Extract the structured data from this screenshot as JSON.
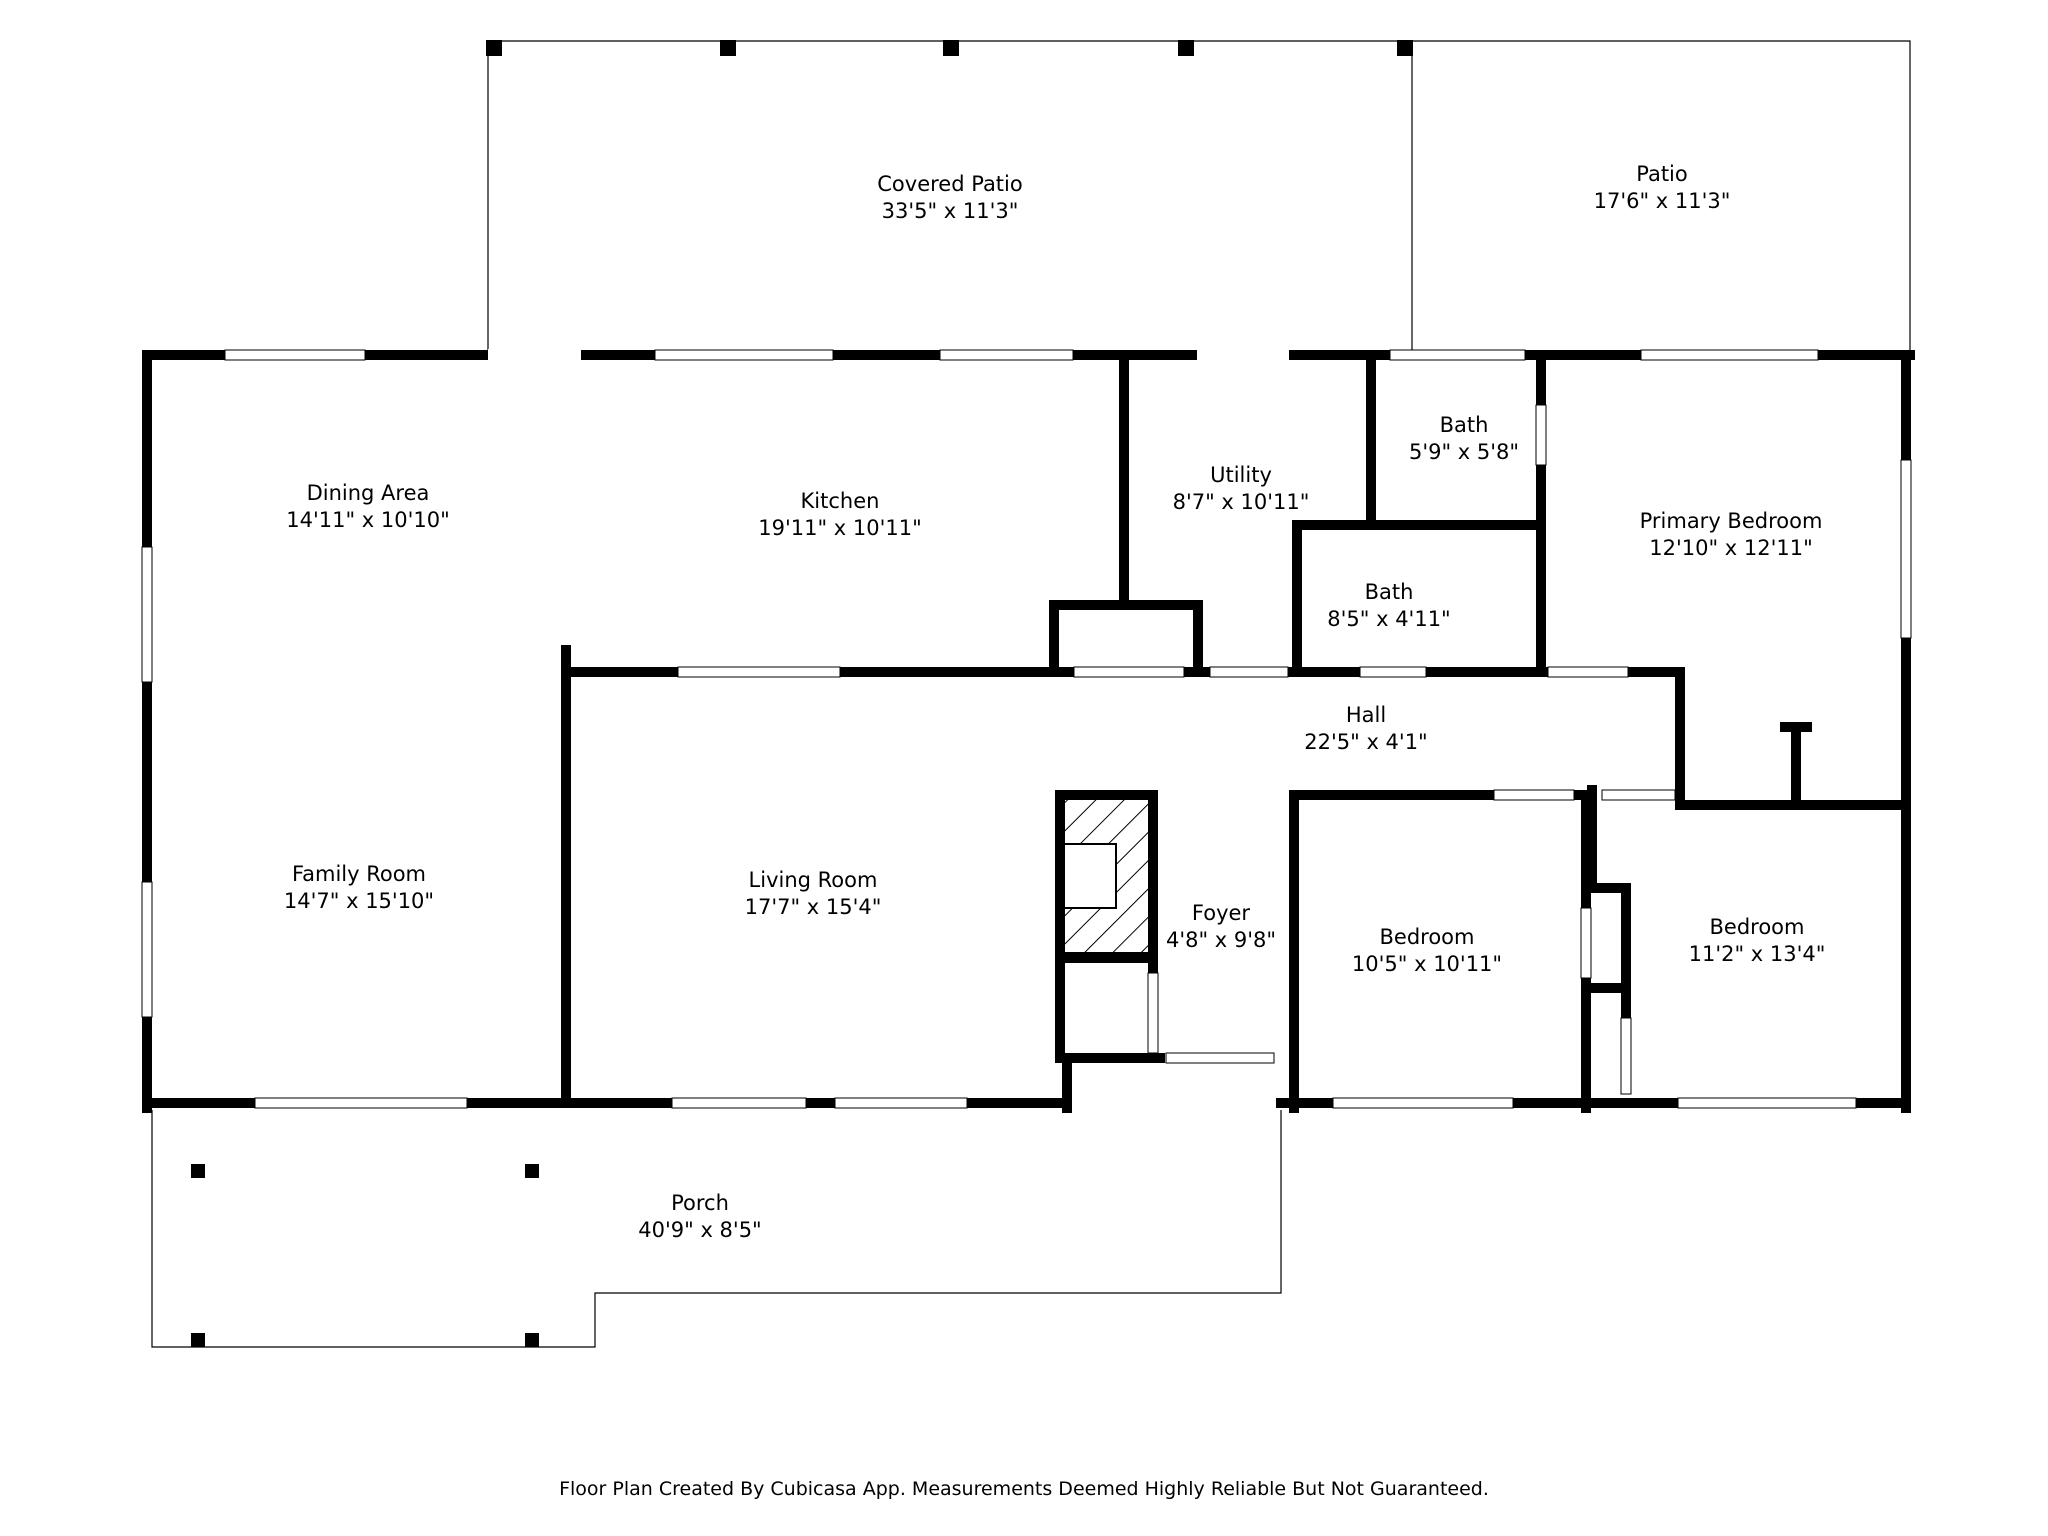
{
  "rooms": {
    "covered_patio": {
      "name": "Covered Patio",
      "dims": "33'5\" x 11'3\""
    },
    "patio": {
      "name": "Patio",
      "dims": "17'6\" x 11'3\""
    },
    "dining_area": {
      "name": "Dining Area",
      "dims": "14'11\" x 10'10\""
    },
    "kitchen": {
      "name": "Kitchen",
      "dims": "19'11\" x 10'11\""
    },
    "utility": {
      "name": "Utility",
      "dims": "8'7\" x 10'11\""
    },
    "bath_upper": {
      "name": "Bath",
      "dims": "5'9\" x 5'8\""
    },
    "bath_lower": {
      "name": "Bath",
      "dims": "8'5\" x 4'11\""
    },
    "primary_bedroom": {
      "name": "Primary Bedroom",
      "dims": "12'10\" x 12'11\""
    },
    "hall": {
      "name": "Hall",
      "dims": "22'5\" x 4'1\""
    },
    "family_room": {
      "name": "Family Room",
      "dims": "14'7\" x 15'10\""
    },
    "living_room": {
      "name": "Living Room",
      "dims": "17'7\" x 15'4\""
    },
    "foyer": {
      "name": "Foyer",
      "dims": "4'8\" x 9'8\""
    },
    "bedroom_1": {
      "name": "Bedroom",
      "dims": "10'5\" x 10'11\""
    },
    "bedroom_2": {
      "name": "Bedroom",
      "dims": "11'2\" x 13'4\""
    },
    "porch": {
      "name": "Porch",
      "dims": "40'9\" x 8'5\""
    }
  },
  "footer": "Floor Plan Created By Cubicasa App. Measurements Deemed Highly Reliable But Not Guaranteed."
}
